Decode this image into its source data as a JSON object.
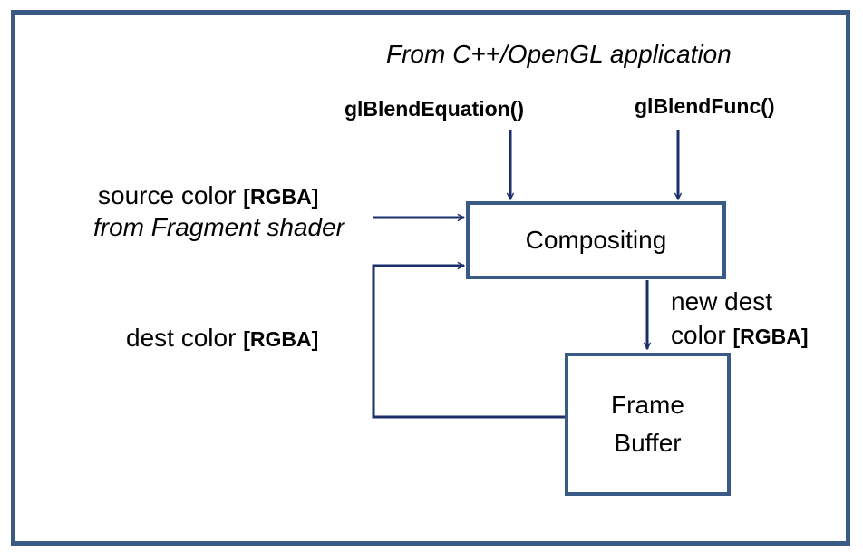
{
  "header": {
    "source_label": "From C++/OpenGL application"
  },
  "functions": {
    "blend_equation": "glBlendEquation()",
    "blend_func": "glBlendFunc()"
  },
  "inputs": {
    "source_color": "source color",
    "source_format": "[RGBA]",
    "source_origin": "from Fragment shader",
    "dest_color": "dest color",
    "dest_format": "[RGBA]"
  },
  "boxes": {
    "compositing": "Compositing",
    "frame_buffer_line1": "Frame",
    "frame_buffer_line2": "Buffer"
  },
  "output": {
    "line1": "new dest",
    "line2": "color",
    "format": "[RGBA]"
  },
  "colors": {
    "border": "#3a5a86",
    "arrow": "#1b2f6b"
  }
}
